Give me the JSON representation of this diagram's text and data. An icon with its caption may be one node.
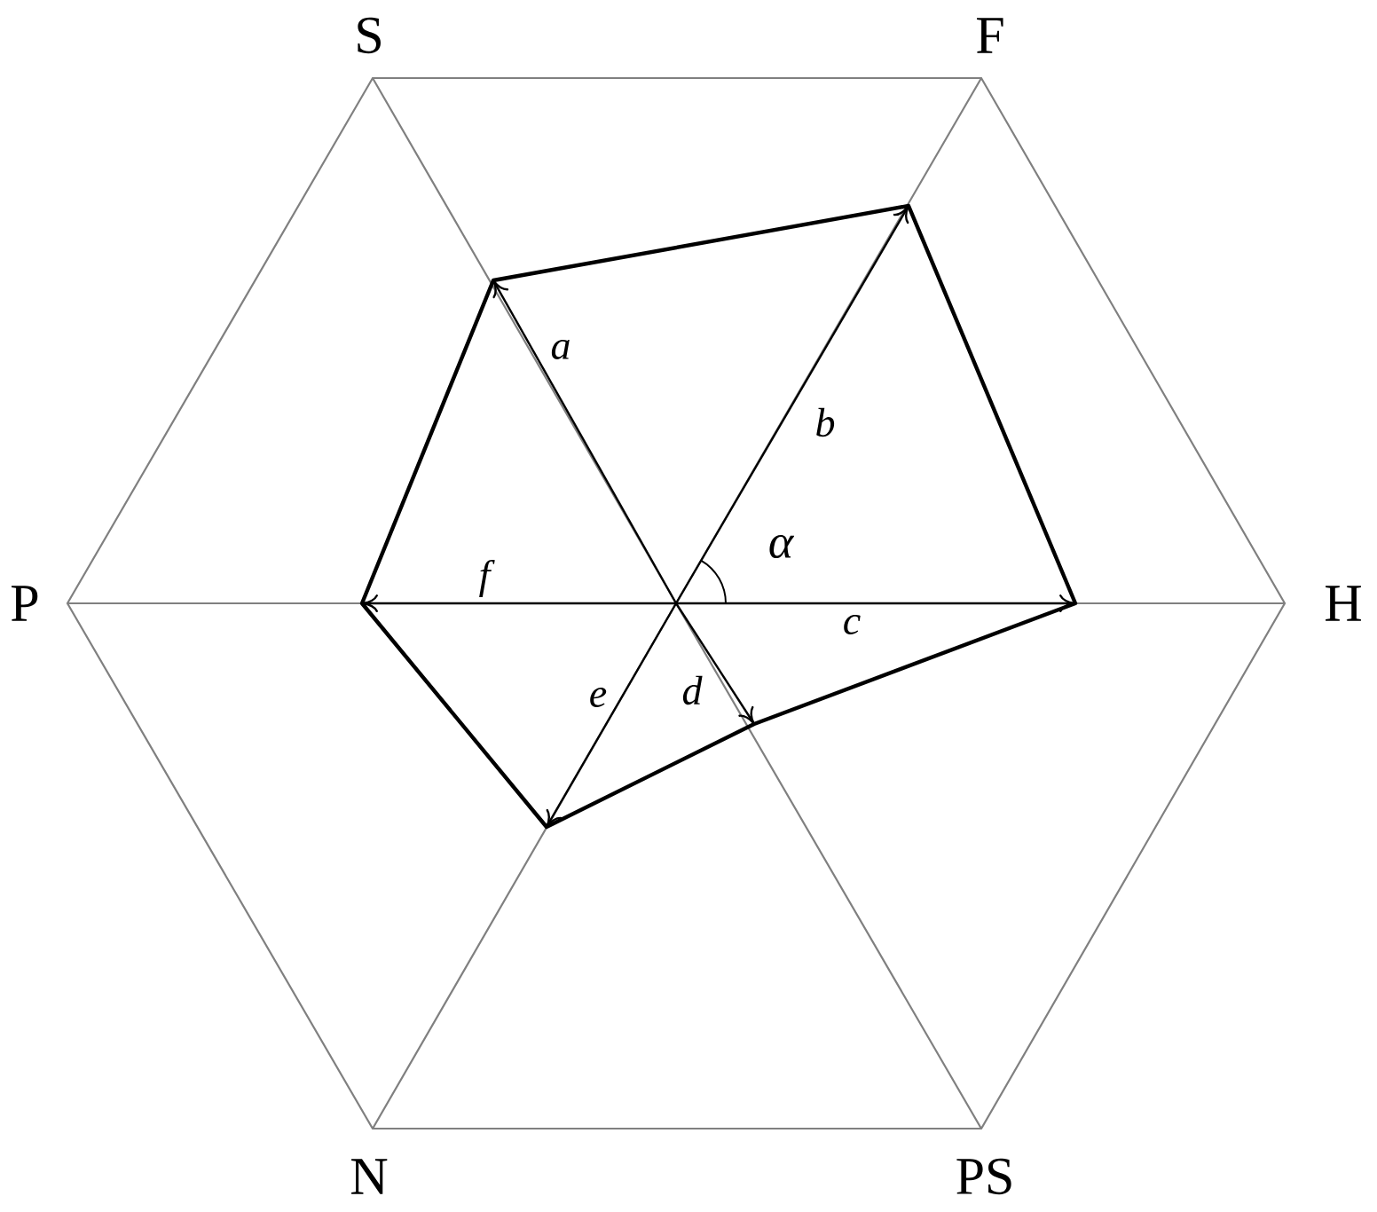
{
  "diagram": {
    "labels": [
      "S",
      "F",
      "P",
      "H",
      "N",
      "PS",
      "a",
      "b",
      "α",
      "f",
      "c",
      "e",
      "d"
    ]
  }
}
